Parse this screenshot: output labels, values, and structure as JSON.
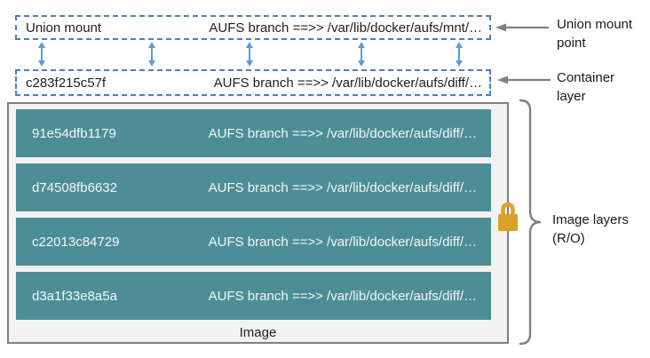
{
  "union_mount_box": {
    "label": "Union mount",
    "branch": "AUFS branch ==>> /var/lib/docker/aufs/mnt/…"
  },
  "container_box": {
    "id": "c283f215c57f",
    "branch": "AUFS branch ==>> /var/lib/docker/aufs/diff/…"
  },
  "image_box": {
    "caption": "Image",
    "layers": [
      {
        "id": "91e54dfb1179",
        "branch": "AUFS branch ==>> /var/lib/docker/aufs/diff/…"
      },
      {
        "id": "d74508fb6632",
        "branch": "AUFS branch ==>> /var/lib/docker/aufs/diff/…"
      },
      {
        "id": "c22013c84729",
        "branch": "AUFS branch ==>> /var/lib/docker/aufs/diff/…"
      },
      {
        "id": "d3a1f33e8a5a",
        "branch": "AUFS branch ==>> /var/lib/docker/aufs/diff/…"
      }
    ]
  },
  "annotations": {
    "union_mount_point": "Union mount point",
    "container_layer": "Container layer",
    "image_layers": "Image layers (R/O)"
  },
  "icons": {
    "lock": "lock-icon"
  },
  "colors": {
    "layer_teal": "#4d8e96",
    "dashed_border_blue": "#4a80bd",
    "arrow_blue": "#5b9bd5",
    "annotation_gray": "#808080",
    "lock_gold": "#d9a228",
    "image_box_fill": "#f2f2f2",
    "image_box_border": "#7f7f7f"
  }
}
